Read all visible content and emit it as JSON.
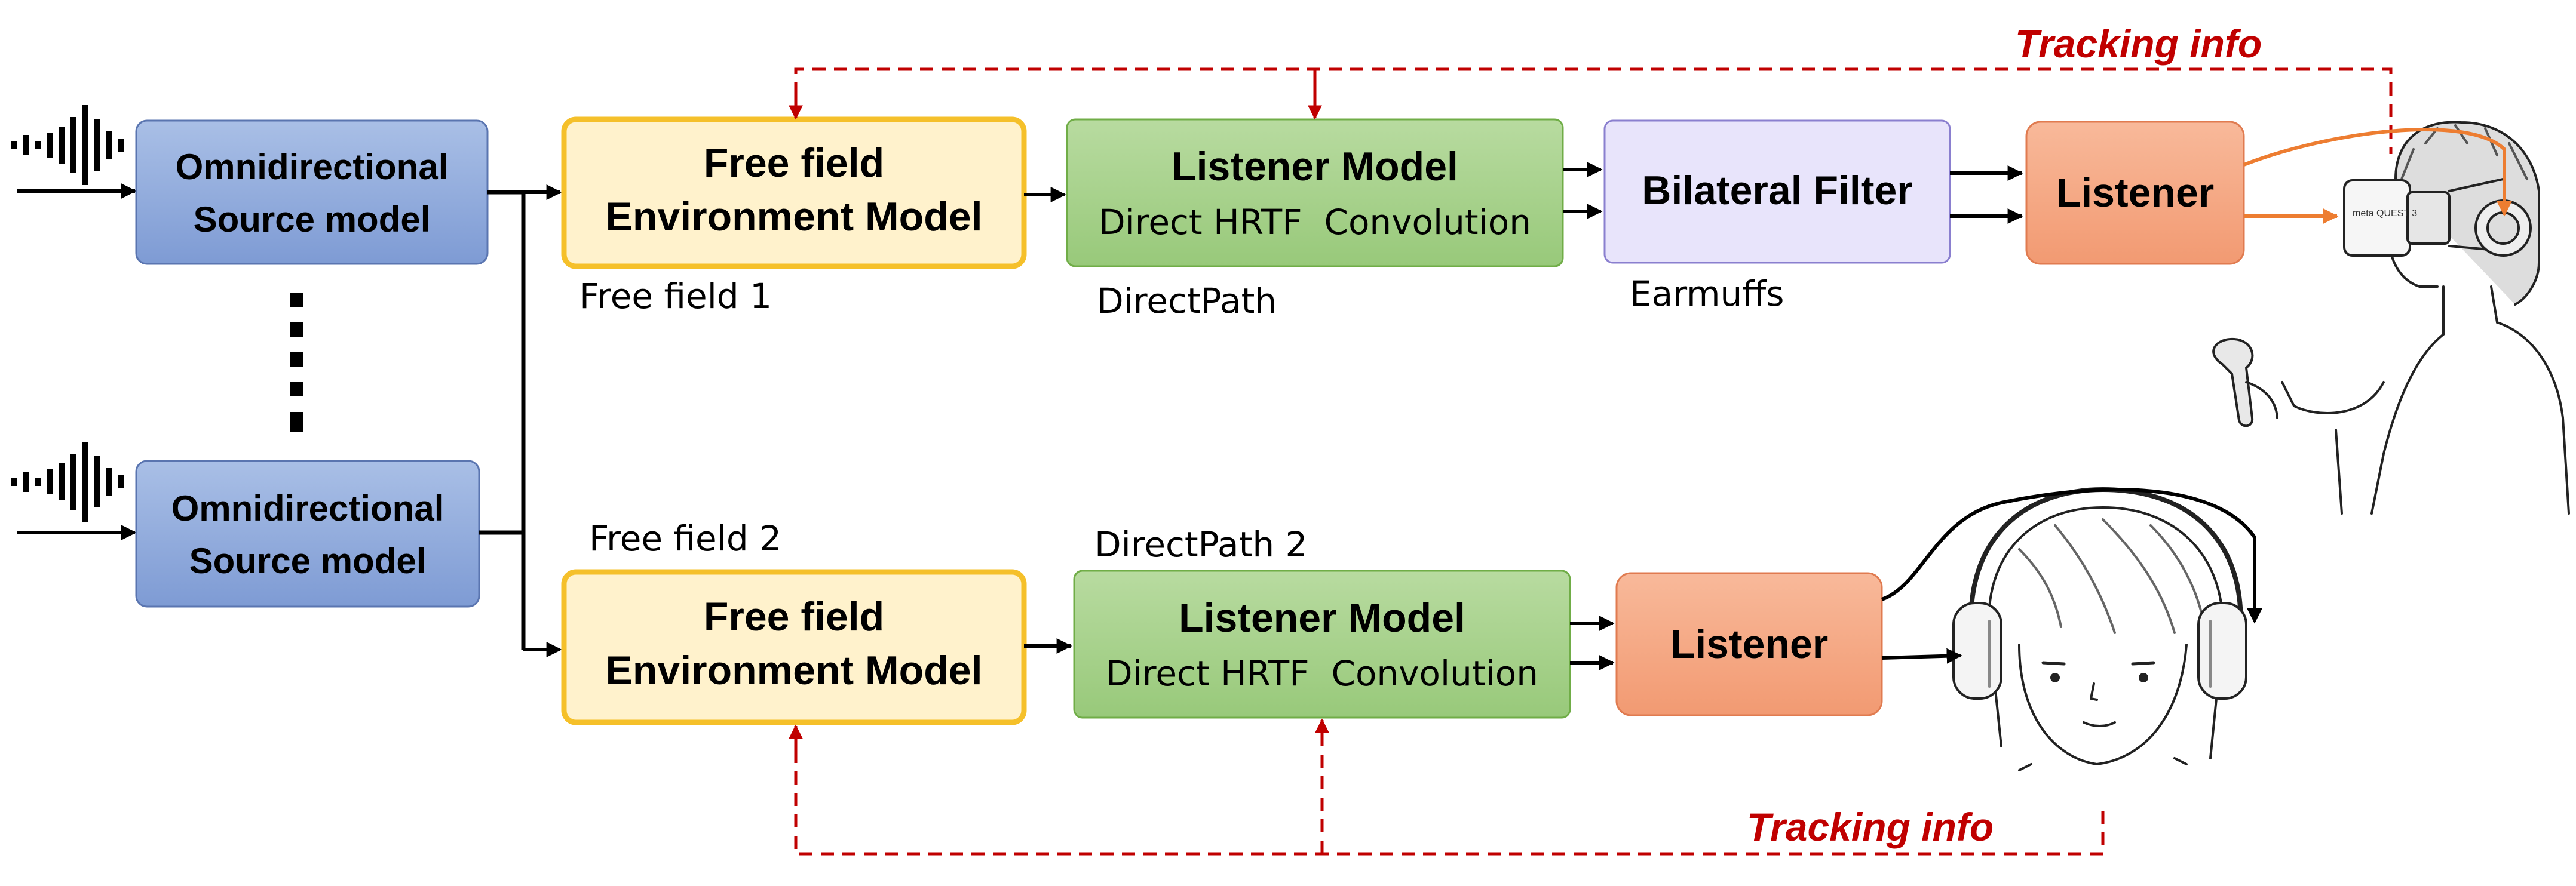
{
  "source_models": [
    {
      "line1": "Omnidirectional",
      "line2": "Source model"
    },
    {
      "line1": "Omnidirectional",
      "line2": "Source model"
    }
  ],
  "environment_models": [
    {
      "line1": "Free field",
      "line2": "Environment Model",
      "caption": "Free field 1"
    },
    {
      "line1": "Free field",
      "line2": "Environment Model",
      "caption": "Free field 2"
    }
  ],
  "listener_models": [
    {
      "title": "Listener Model",
      "subtitle": "Direct HRTF  Convolution",
      "caption": "DirectPath"
    },
    {
      "title": "Listener Model",
      "subtitle": "Direct HRTF  Convolution",
      "caption": "DirectPath 2"
    }
  ],
  "bilateral_filter": {
    "title": "Bilateral Filter",
    "caption": "Earmuffs"
  },
  "listeners": [
    {
      "title": "Listener"
    },
    {
      "title": "Listener"
    }
  ],
  "tracking": {
    "top_label": "Tracking info",
    "bottom_label": "Tracking info"
  },
  "colors": {
    "source_fill": "#8ea9db",
    "source_stroke": "#5a75b0",
    "env_fill": "#fff2cc",
    "env_stroke": "#f5c02a",
    "listener_model_fill": "#a9d18e",
    "listener_model_stroke": "#70ad47",
    "bilateral_fill": "#e8e4fb",
    "bilateral_stroke": "#8a7fcf",
    "listener_fill": "#f4a582",
    "listener_stroke": "#e07b50",
    "tracking": "#c00000",
    "vr_arrow": "#ed7d31"
  },
  "illustrations": [
    "vr-headset-user",
    "headphone-listener"
  ]
}
